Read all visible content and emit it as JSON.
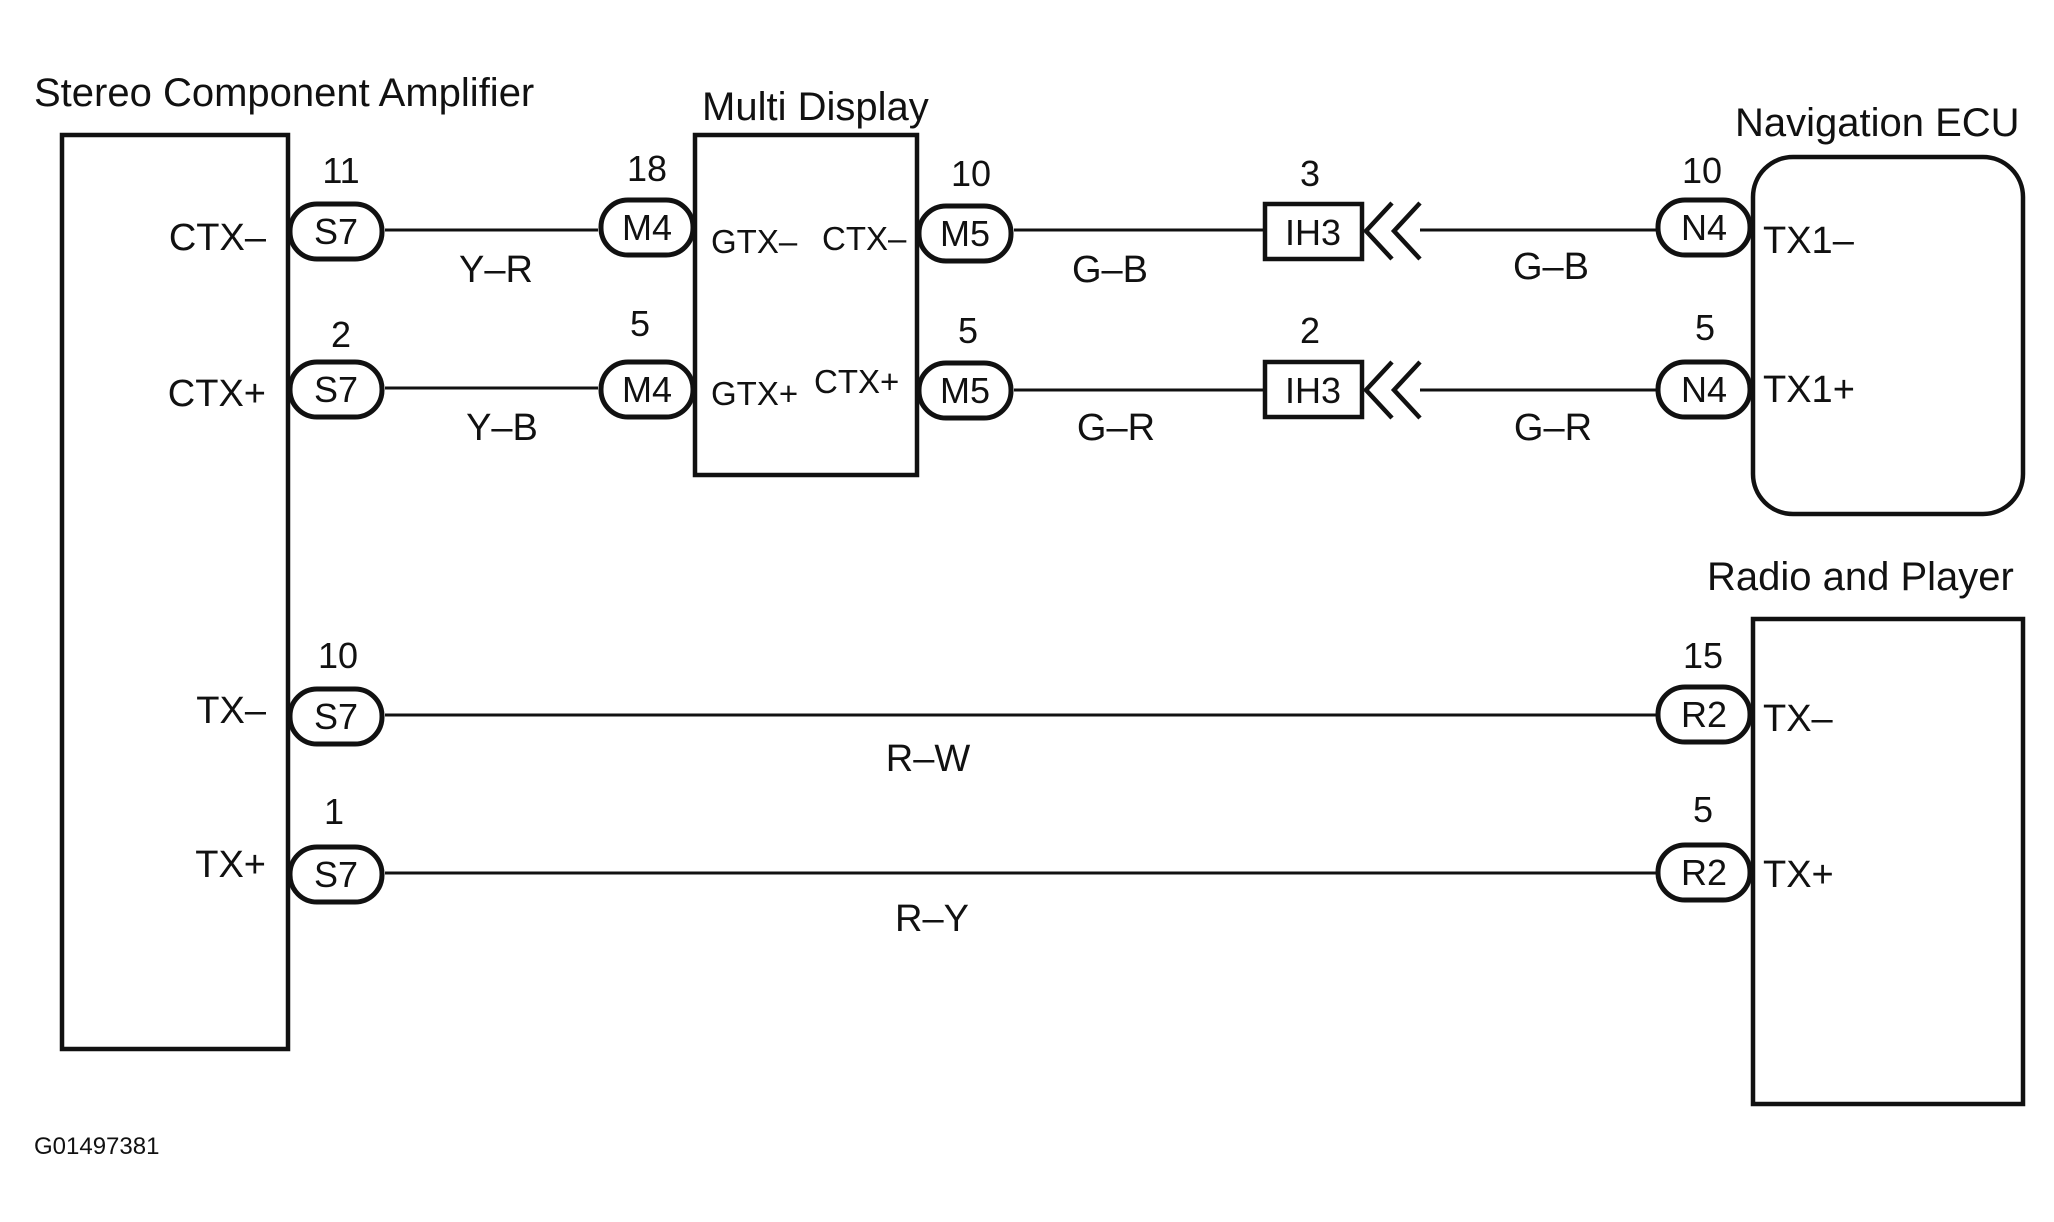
{
  "components": {
    "amplifier": "Stereo Component Amplifier",
    "multi_display": "Multi Display",
    "navigation_ecu": "Navigation ECU",
    "radio_player": "Radio and Player"
  },
  "amplifier_terminals": [
    "CTX–",
    "CTX+",
    "TX–",
    "TX+"
  ],
  "multi_display_terminals": [
    "GTX–",
    "CTX–",
    "GTX+",
    "CTX+"
  ],
  "navigation_terminals": [
    "TX1–",
    "TX1+"
  ],
  "radio_terminals": [
    "TX–",
    "TX+"
  ],
  "connectors": {
    "s7": "S7",
    "m4": "M4",
    "m5": "M5",
    "ih3": "IH3",
    "n4": "N4",
    "r2": "R2"
  },
  "wires": {
    "w1": {
      "s7_pin": "11",
      "color": "Y–R",
      "m4_pin": "18"
    },
    "w2": {
      "s7_pin": "2",
      "color": "Y–B",
      "m4_pin": "5"
    },
    "w3": {
      "m5_pin": "10",
      "color1": "G–B",
      "ih3_pin": "3",
      "color2": "G–B",
      "n4_pin": "10"
    },
    "w4": {
      "m5_pin": "5",
      "color1": "G–R",
      "ih3_pin": "2",
      "color2": "G–R",
      "n4_pin": "5"
    },
    "w5": {
      "s7_pin": "10",
      "color": "R–W",
      "r2_pin": "15"
    },
    "w6": {
      "s7_pin": "1",
      "color": "R–Y",
      "r2_pin": "5"
    }
  },
  "figure_code": "G01497381"
}
